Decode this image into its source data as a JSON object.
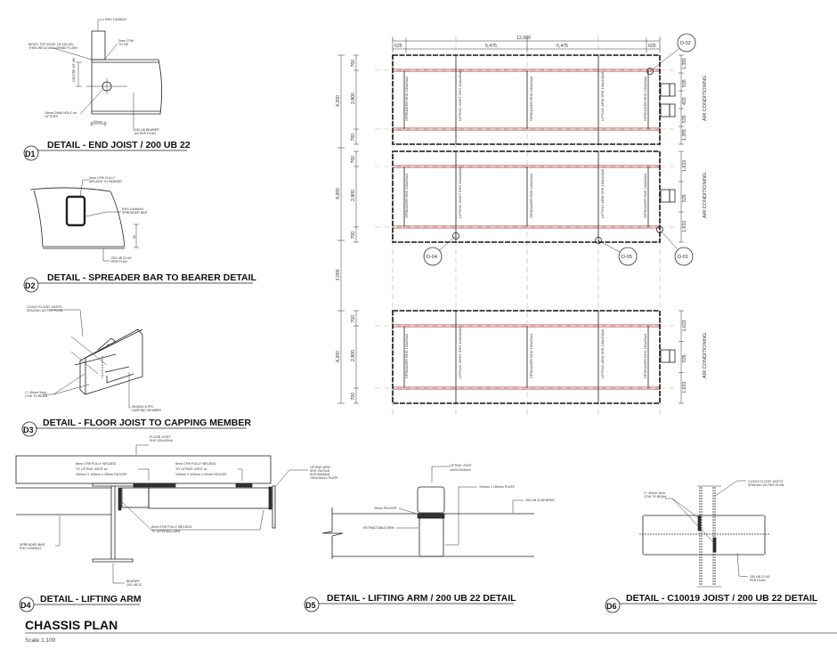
{
  "sheet": {
    "title": "CHASSIS PLAN",
    "scale": "Scale 1:100"
  },
  "d1": {
    "tag": "D1",
    "title": "DETAIL - END JOIST / 200 UB 22",
    "labels": [
      [
        "RHS 100x50x3"
      ],
      [
        "BEVEL TOP EDGE OF 200 UB,",
        "THEN WELD AND GRIND FLUSH"
      ],
      [
        "3mm CFW",
        "TO UB"
      ],
      [
        "CENTRE OF UB"
      ],
      [
        "16mm DIAM HOLE for",
        "LIFTERS"
      ],
      [
        "200 UB BEARER",
        "AS PER PLAN"
      ],
      [
        "50mm"
      ]
    ]
  },
  "d2": {
    "tag": "D2",
    "title": "DETAIL - SPREADER BAR TO BEARER DETAIL",
    "labels": [
      [
        "3mm CFW FULLY",
        "WELDED TO BEARER"
      ],
      [
        "RHS 100x50x3",
        "SPREADER BAR"
      ],
      [
        "50"
      ],
      [
        "200 UB 22 AS",
        "PER PLAN"
      ]
    ]
  },
  "d3": {
    "tag": "D3",
    "title": "DETAIL - FLOOR JOIST TO CAPPING MEMBER",
    "labels": [
      [
        "C10019 FLOOR JOISTS",
        "SPACING AS PER PLAN"
      ],
      [
        "2 / 40mm 3mm",
        "CFW TO BEAM"
      ],
      [
        "50x50x1.6 PFC",
        "CAPPING MEMBER"
      ]
    ]
  },
  "d4": {
    "tag": "D4",
    "title": "DETAIL - LIFTING ARM",
    "labels": [
      [
        "FLOOR JOIST",
        "SHS 100x100x6"
      ],
      [
        "8mm CFW FULLY WELDED",
        "TO LIFTING JOIST w/",
        "200mm X 100mm x 20mm PACKER"
      ],
      [
        "8mm CFW FULLY WELDED",
        "TO LIFTING JOIST w/",
        "100mm X 100mm x 20mm PACKER"
      ],
      [
        "8mm CFW FULLY WELDED",
        "TO INTERNAL ARM"
      ],
      [
        "SPREADER BAR",
        "RHS 100x50x3"
      ],
      [
        "BEARER",
        "200 UB 22"
      ],
      [
        "LIFTING ARM",
        "SHS 75x75x6",
        "SHS 65x65x6",
        "100x150x10 PLATE"
      ]
    ]
  },
  "d5": {
    "tag": "D5",
    "title": "DETAIL - LIFTING ARM / 200 UB 22 DETAIL",
    "labels": [
      [
        "LIFTING JOIST",
        "100x100x5mm"
      ],
      [
        "100mm x 150mm PLATE"
      ],
      [
        "200 UB 22 BEARER"
      ],
      [
        "20mm PACKER"
      ],
      [
        "RETRACTABLE ARM"
      ]
    ]
  },
  "d6": {
    "tag": "D6",
    "title": "DETAIL - C10019 JOIST / 200 UB 22 DETAIL",
    "labels": [
      [
        "C10019 FLOOR JOISTS",
        "SPACING AS PER PLAN"
      ],
      [
        "2 / 40mm 3mm",
        "CFW TO BEAM"
      ],
      [
        "200 UB 22 AS",
        "PER PLAN"
      ]
    ]
  },
  "plan": {
    "top_dims": {
      "overall": "12,000",
      "segments": [
        "625",
        "5,475",
        "5,475",
        "625"
      ]
    },
    "left_outer": [
      "4,200",
      "4,200",
      "3,000",
      "4,200"
    ],
    "left_inner": [
      "700",
      "2,800",
      "700"
    ],
    "right_dims": [
      [
        "1,355",
        "535",
        "420",
        "535",
        "1,355"
      ],
      [
        "1,633",
        "535",
        "1,633"
      ],
      [
        "1,633",
        "535",
        "1,633"
      ]
    ],
    "ac_label": "AIR CONDITIONING",
    "member_labels": [
      "SPREADER RHS 100x50x3",
      "LIFTING JOIST SHS 100x100x6",
      "SPREADER RHS 100x50x3",
      "LIFTING ARM SHS 100x100x6",
      "SPREADER RHS 100x50x3"
    ],
    "callouts": [
      "D-01",
      "D-02",
      "D-04",
      "D-05"
    ]
  }
}
